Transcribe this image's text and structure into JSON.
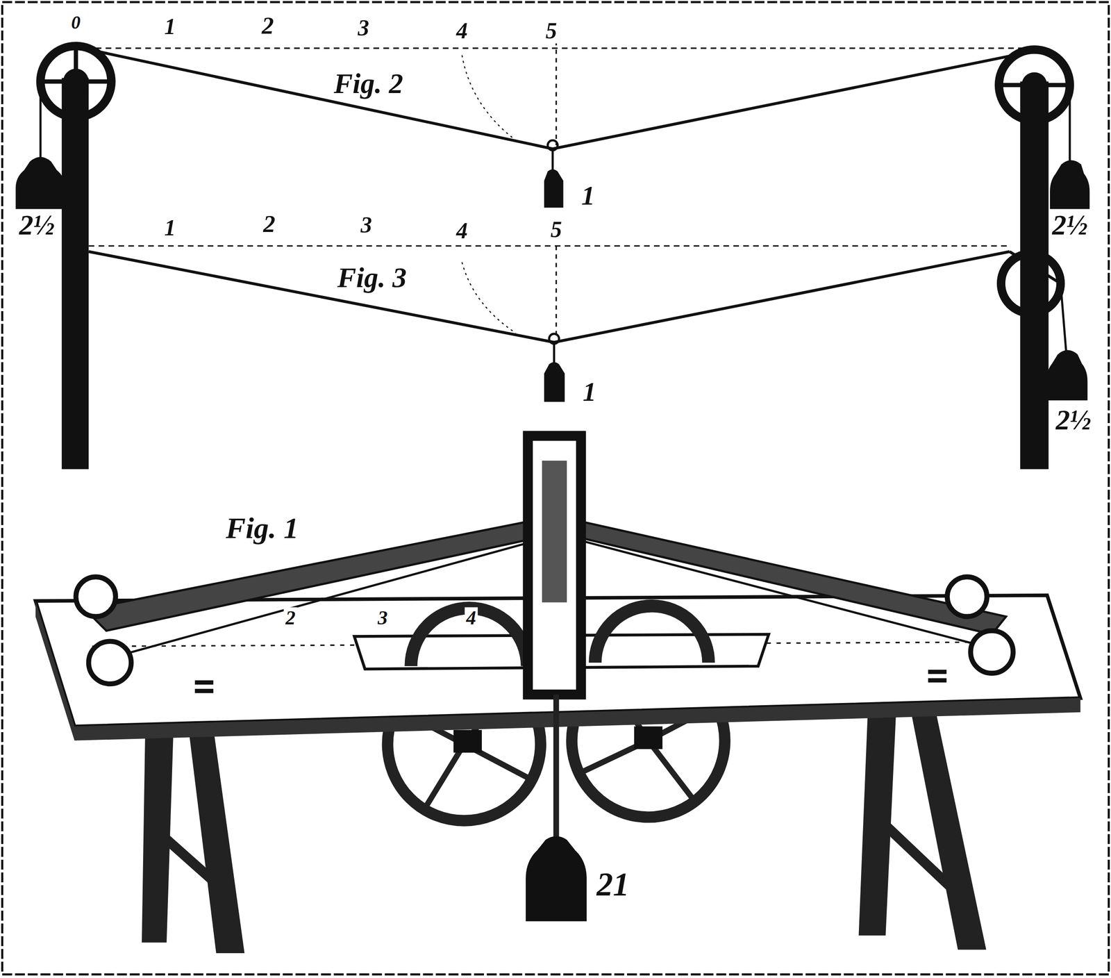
{
  "diagram": {
    "labels": [
      "0",
      "1",
      "2",
      "3",
      "4",
      "5",
      "Fig. 2",
      "2½",
      "2½",
      "1",
      "1",
      "2",
      "3",
      "4",
      "5",
      "Fig. 3",
      "1",
      "2½",
      "Fig. 1",
      "2",
      "3",
      "4",
      "21"
    ]
  }
}
